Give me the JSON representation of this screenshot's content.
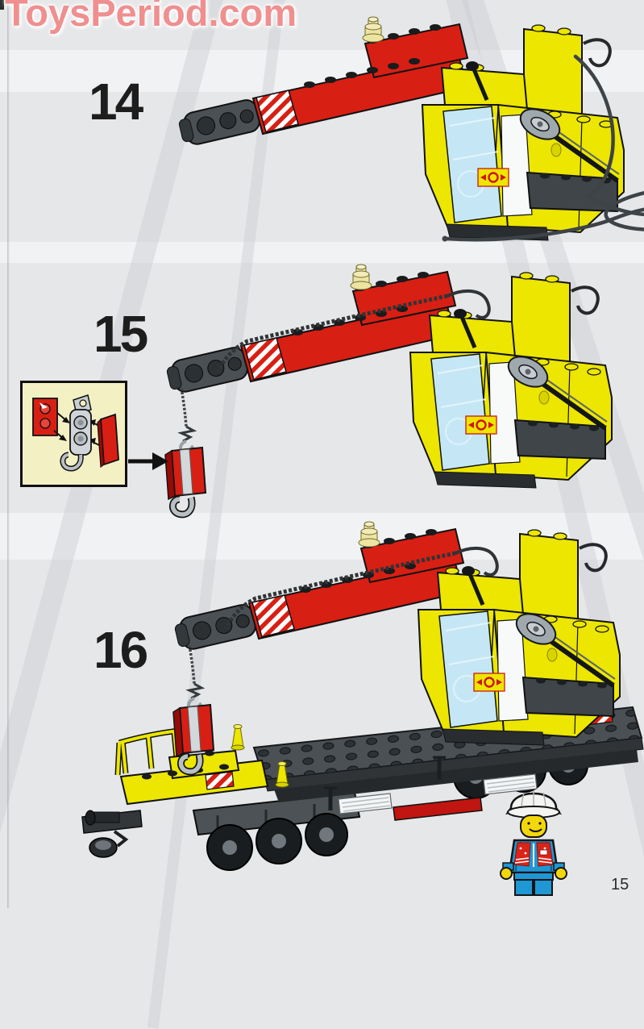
{
  "page": {
    "number": "15"
  },
  "watermark": {
    "text": "ToysPeriod.com",
    "color": "#ef8f8f"
  },
  "steps": [
    {
      "label": "14",
      "illustration": "crane-superstructure-winch-string-uncoiled"
    },
    {
      "label": "15",
      "illustration": "crane-superstructure-hook-attached",
      "inset": {
        "parts": [
          "red-plate-1x2",
          "gray-hook-plate",
          "red-tile-1x2"
        ],
        "background": "#f3f1c4"
      }
    },
    {
      "label": "16",
      "illustration": "crane-mounted-on-train-wagon-with-worker-minifigure"
    }
  ],
  "colors": {
    "lego_yellow": "#ece600",
    "lego_red": "#d81f14",
    "dark_gray": "#43484c",
    "window_blue": "#c5e7f5",
    "string_gray": "#3d4347",
    "minifig_blue": "#1f97d4",
    "inset_background": "#f3f1c4",
    "page_background": "#e6e7e9"
  },
  "icons": {
    "train_logo": "red circle with left-right arrows",
    "hazard_stripes": "red-white diagonal warning stripes",
    "assembly_arrow": "black right arrow"
  }
}
